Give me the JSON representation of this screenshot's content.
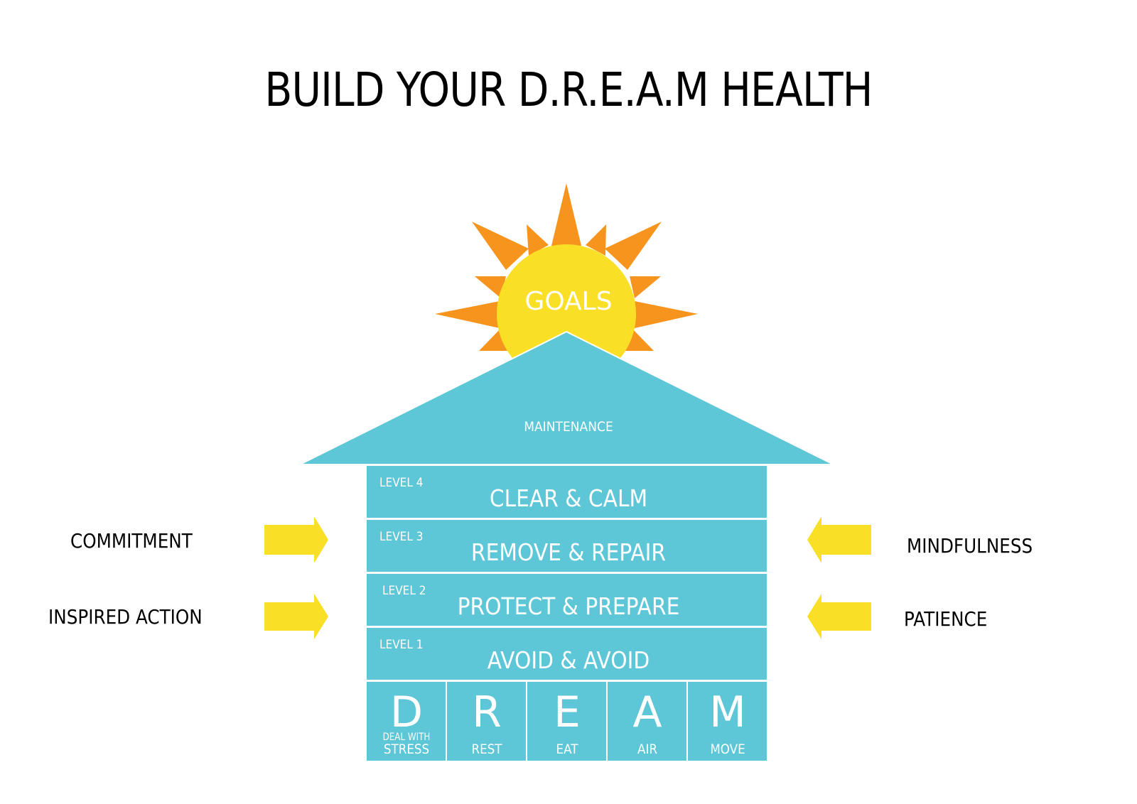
{
  "title": "BUILD YOUR D.R.E.A.M HEALTH",
  "colors": {
    "house": "#5dc6d7",
    "sun_core": "#f9df25",
    "sun_rays": "#f7941d",
    "arrows": "#f9df25",
    "text_dark": "#000000",
    "text_light": "#ffffff"
  },
  "sun": {
    "label": "GOALS"
  },
  "roof": {
    "label": "MAINTENANCE"
  },
  "levels": [
    {
      "level": "LEVEL 4",
      "name": "CLEAR & CALM"
    },
    {
      "level": "LEVEL 3",
      "name": "REMOVE & REPAIR"
    },
    {
      "level": "LEVEL 2",
      "name": "PROTECT & PREPARE"
    },
    {
      "level": "LEVEL 1",
      "name": "AVOID & AVOID"
    }
  ],
  "foundation": [
    {
      "letter": "D",
      "line1": "DEAL WITH",
      "line2": "STRESS"
    },
    {
      "letter": "R",
      "line1": "REST"
    },
    {
      "letter": "E",
      "line1": "EAT"
    },
    {
      "letter": "A",
      "line1": "AIR"
    },
    {
      "letter": "M",
      "line1": "MOVE"
    }
  ],
  "left_forces": [
    "COMMITMENT",
    "INSPIRED ACTION"
  ],
  "right_forces": [
    "MINDFULNESS",
    "PATIENCE"
  ]
}
